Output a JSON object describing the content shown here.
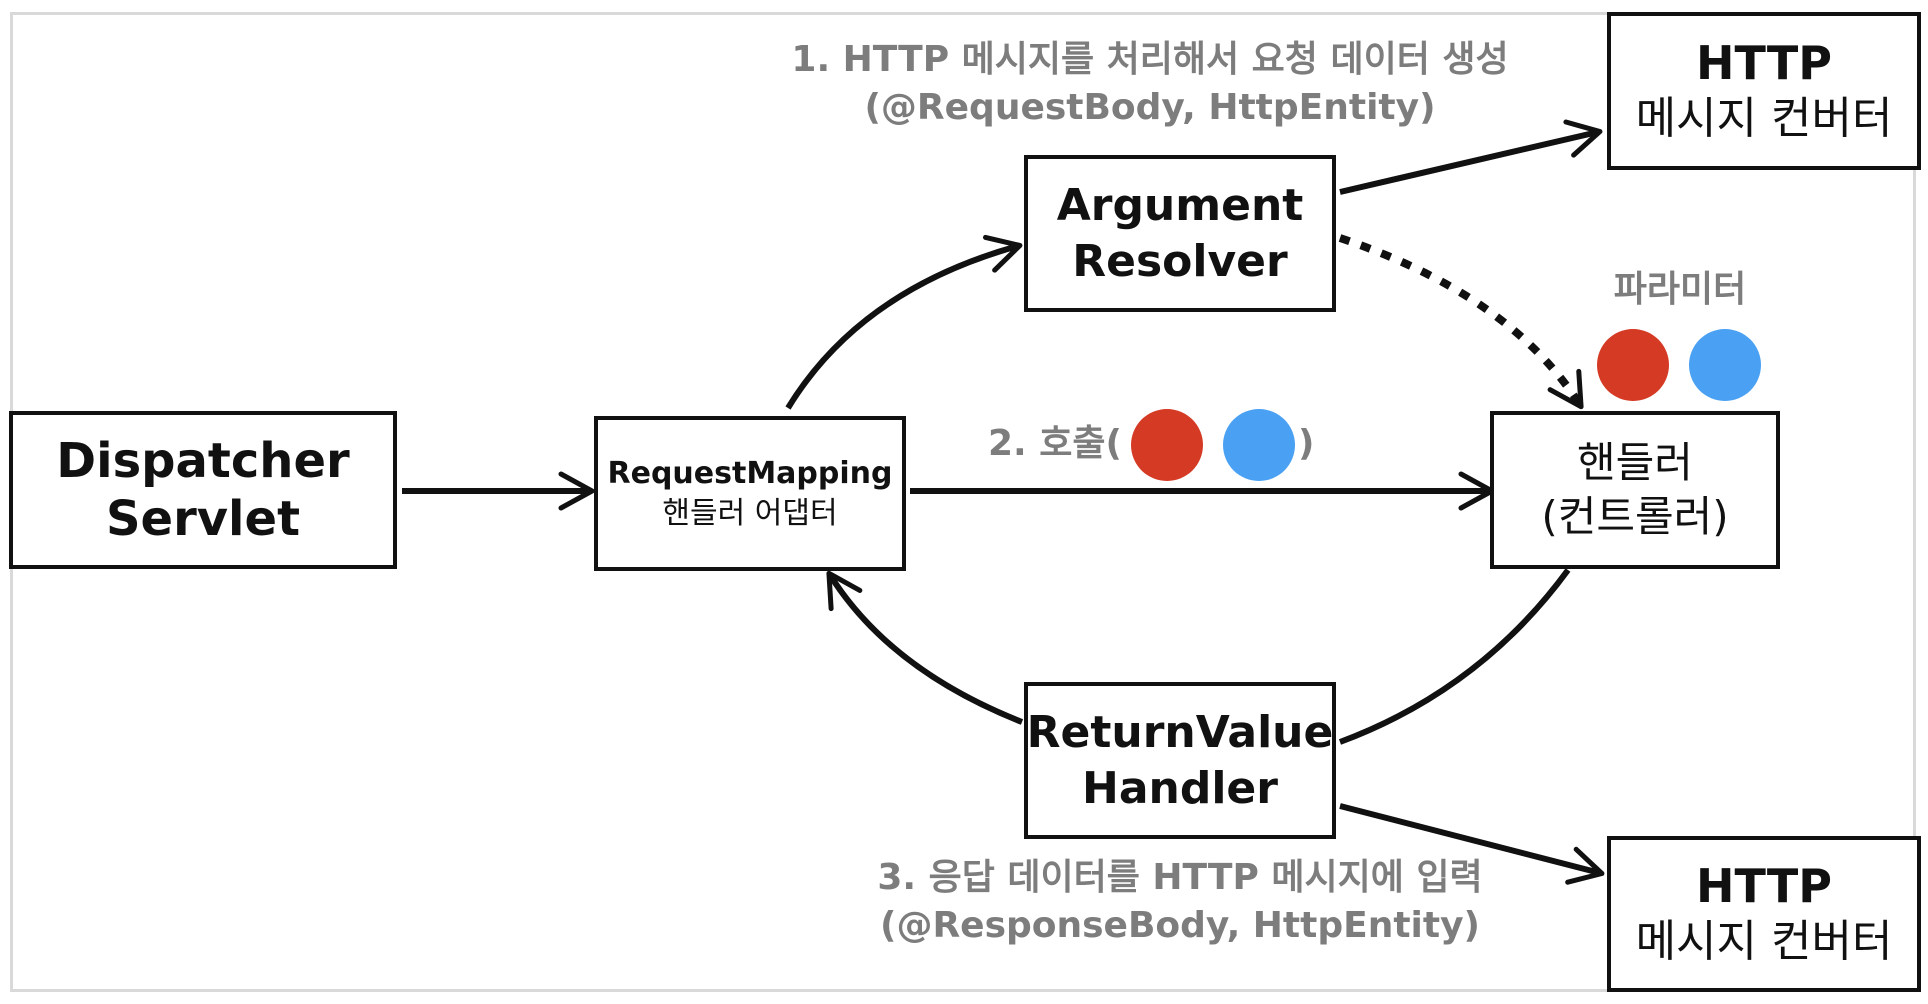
{
  "boxes": {
    "dispatcher": {
      "line1": "Dispatcher",
      "line2": "Servlet"
    },
    "adapter": {
      "line1": "RequestMapping",
      "line2": "핸들러 어댑터"
    },
    "argument_resolver": {
      "line1": "Argument",
      "line2": "Resolver"
    },
    "return_value_handler": {
      "line1": "ReturnValue",
      "line2": "Handler"
    },
    "handler": {
      "line1": "핸들러",
      "line2": "(컨트롤러)"
    },
    "converter_top": {
      "line1": "HTTP",
      "line2": "메시지 컨버터"
    },
    "converter_bottom": {
      "line1": "HTTP",
      "line2": "메시지 컨버터"
    }
  },
  "labels": {
    "step1_line1": "1. HTTP 메시지를 처리해서 요청 데이터 생성",
    "step1_line2": "(@RequestBody, HttpEntity)",
    "step2_prefix": "2. 호출(",
    "step2_suffix": ")",
    "parameters": "파라미터",
    "step3_line1": "3. 응답 데이터를 HTTP 메시지에 입력",
    "step3_line2": "(@ResponseBody, HttpEntity)"
  },
  "colors": {
    "red_param": "#d53a24",
    "blue_param": "#4aa1f3",
    "label_gray": "#7d7d7d",
    "line": "#111111"
  }
}
